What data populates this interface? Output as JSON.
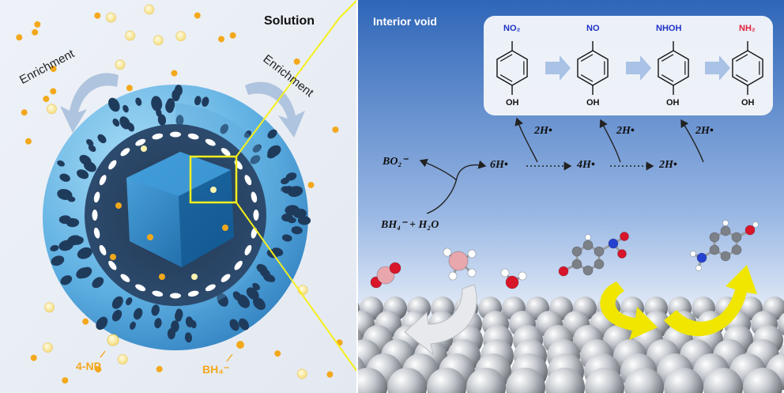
{
  "left_panel": {
    "solution_label": "Solution",
    "enrichment_left": "Enrichment",
    "enrichment_right": "Enrichment",
    "legend_4np": "4-NP",
    "legend_bh4": "BH₄⁻",
    "colors": {
      "background": "#e9eef5",
      "shell": "#6ab6e4",
      "core": "#1e78bd",
      "nitrophenol": "#f3a81c",
      "borohydride": "#fff3b0",
      "zoom_box": "#f5ef1c"
    }
  },
  "right_panel": {
    "title": "Interior void",
    "molecules": [
      {
        "id": "nitrophenol",
        "top": "NO₂",
        "bottom": "OH",
        "top_color": "#1d2fc8"
      },
      {
        "id": "nitrosophenol",
        "top": "NO",
        "bottom": "OH",
        "top_color": "#1d2fc8"
      },
      {
        "id": "hydroxylaminophenol",
        "top": "NHOH",
        "bottom": "OH",
        "top_color": "#1d2fc8"
      },
      {
        "id": "aminophenol",
        "top": "NH₂",
        "bottom": "OH",
        "top_color": "#e0203a"
      }
    ],
    "hydrogen_steps": [
      "2H•",
      "2H•",
      "2H•"
    ],
    "reaction": {
      "product": "BO₂⁻",
      "reactants": "BH₄⁻ + H₂O",
      "h_pool": [
        "6H•",
        "4H•",
        "2H•"
      ]
    },
    "colors": {
      "sky_top": "#2f66b8",
      "sky_bottom": "#ffffff",
      "atom": "#b9bec6",
      "arrow": "#f0e600",
      "scheme_box": "#f4f6fa"
    }
  }
}
